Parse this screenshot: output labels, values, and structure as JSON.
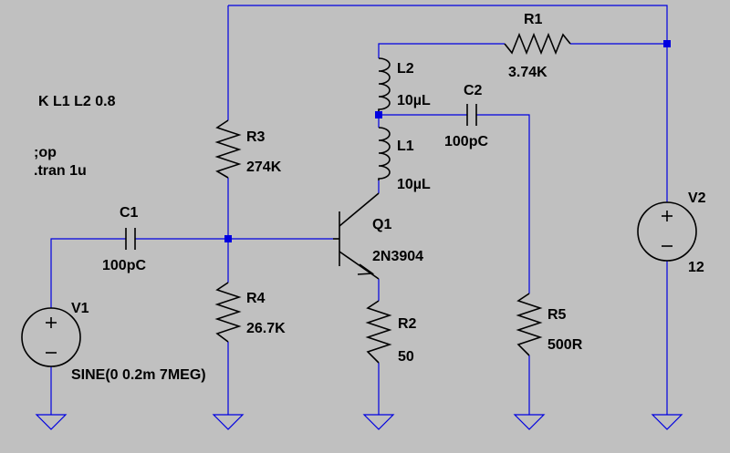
{
  "directives": {
    "coupling": "K L1 L2 0.8",
    "op": ";op",
    "tran": ".tran 1u"
  },
  "components": {
    "R1": {
      "name": "R1",
      "value": "3.74K"
    },
    "R2": {
      "name": "R2",
      "value": "50"
    },
    "R3": {
      "name": "R3",
      "value": "274K"
    },
    "R4": {
      "name": "R4",
      "value": "26.7K"
    },
    "R5": {
      "name": "R5",
      "value": "500R"
    },
    "L1": {
      "name": "L1",
      "value": "10µL"
    },
    "L2": {
      "name": "L2",
      "value": "10µL"
    },
    "C1": {
      "name": "C1",
      "value": "100pC"
    },
    "C2": {
      "name": "C2",
      "value": "100pC"
    },
    "Q1": {
      "name": "Q1",
      "value": "2N3904"
    },
    "V1": {
      "name": "V1",
      "value": "SINE(0 0.2m 7MEG)"
    },
    "V2": {
      "name": "V2",
      "value": "12"
    }
  },
  "colors": {
    "background": "#c0c0c0",
    "wire": "#0000e0",
    "component": "#000000"
  }
}
